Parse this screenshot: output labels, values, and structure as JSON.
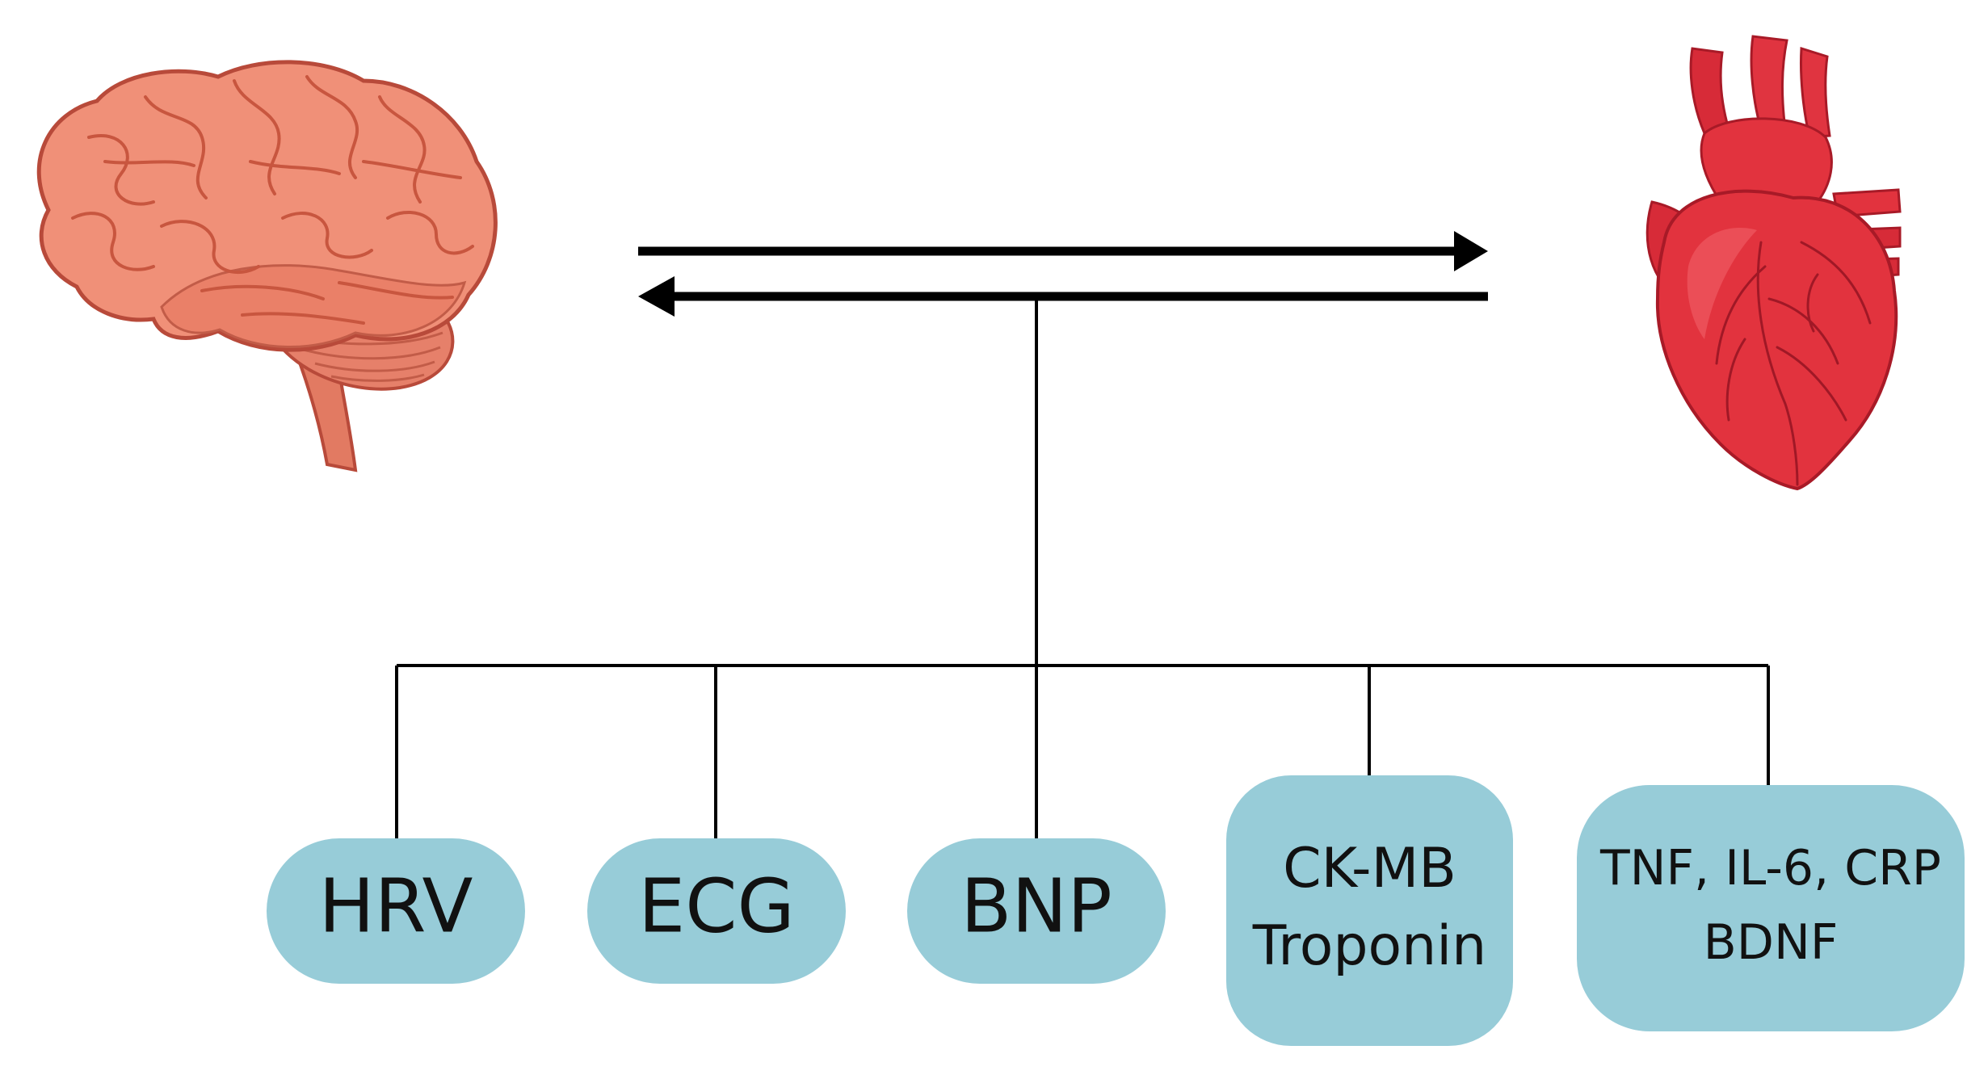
{
  "colors": {
    "box_fill": "#97ccd8",
    "line": "#000000",
    "brain_main": "#ee8670",
    "brain_fold": "#d35e4a",
    "heart_main": "#e2333e",
    "heart_dark": "#b71d2b"
  },
  "icons": {
    "brain": "brain-icon",
    "heart": "heart-icon",
    "arrow_right": "arrow-right-icon",
    "arrow_left": "arrow-left-icon"
  },
  "nodes": [
    {
      "id": "hrv",
      "lines": [
        "HRV"
      ]
    },
    {
      "id": "ecg",
      "lines": [
        "ECG"
      ]
    },
    {
      "id": "bnp",
      "lines": [
        "BNP"
      ]
    },
    {
      "id": "ckmb",
      "lines": [
        "CK-MB",
        "Troponin"
      ]
    },
    {
      "id": "inflam",
      "lines": [
        "TNF, IL-6, CRP",
        "BDNF"
      ]
    }
  ]
}
